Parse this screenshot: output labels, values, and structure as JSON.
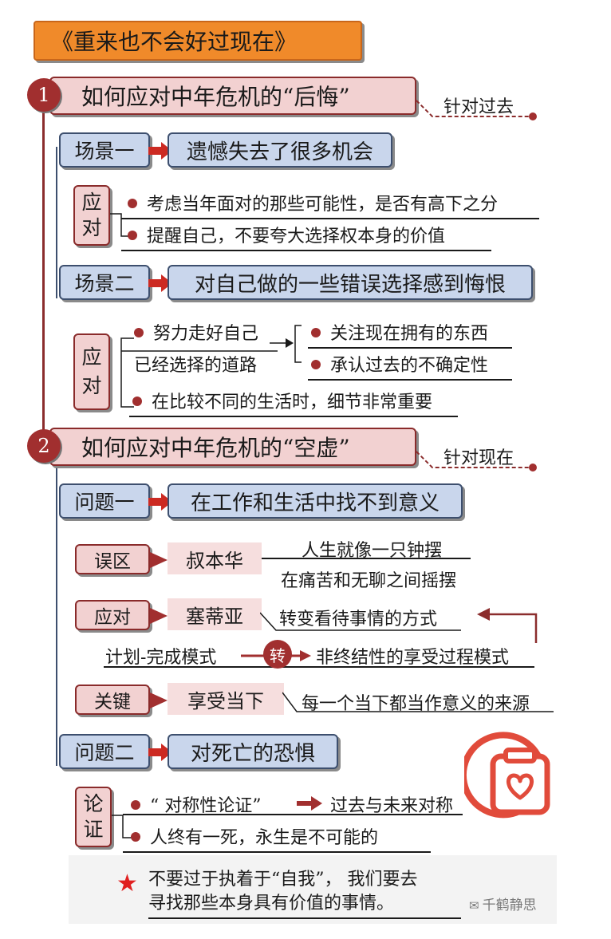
{
  "title": "《重来也不会好过现在》",
  "section1": {
    "number": "1",
    "heading": "如何应对中年危机的“后悔”",
    "tag": "针对过去",
    "scene1": {
      "label": "场景一",
      "desc": "遗憾失去了很多机会",
      "response_label": [
        "应",
        "对"
      ],
      "points": [
        "考虑当年面对的那些可能性，是否有高下之分",
        "提醒自己，不要夸大选择权本身的价值"
      ]
    },
    "scene2": {
      "label": "场景二",
      "desc": "对自己做的一些错误选择感到悔恨",
      "response_label": [
        "应",
        "对"
      ],
      "point_a_line1": "努力走好自己",
      "point_a_line2": "已经选择的道路",
      "sub_points": [
        "关注现在拥有的东西",
        "承认过去的不确定性"
      ],
      "point_b": "在比较不同的生活时，细节非常重要"
    }
  },
  "section2": {
    "number": "2",
    "heading": "如何应对中年危机的“空虚”",
    "tag": "针对现在",
    "problem1": {
      "label": "问题一",
      "desc": "在工作和生活中找不到意义",
      "misconception": {
        "label": "误区",
        "name": "叔本华",
        "line1": "人生就像一只钟摆",
        "line2": "在痛苦和无聊之间摇摆"
      },
      "response": {
        "label": "应对",
        "name": "塞蒂亚",
        "text": "转变看待事情的方式",
        "from": "计划-完成模式",
        "turn": "转",
        "to": "非终结性的享受过程模式"
      },
      "key": {
        "label": "关键",
        "name": "享受当下",
        "text": "每一个当下都当作意义的来源"
      }
    },
    "problem2": {
      "label": "问题二",
      "desc": "对死亡的恐惧",
      "argument_label": [
        "论",
        "证"
      ],
      "point1_a": "“ 对称性论证”",
      "point1_b": "过去与未来对称",
      "point2": "人终有一死，永生是不可能的"
    }
  },
  "conclusion": {
    "line1": "不要过于执着于“自我”， 我们要去",
    "line2": "寻找那些本身具有价值的事情。"
  },
  "watermark": "千鹤静思",
  "colors": {
    "accent": "#a12f2f",
    "orange": "#f08a2a",
    "blue": "#c9d6ec",
    "pink": "#f2d1d1"
  }
}
